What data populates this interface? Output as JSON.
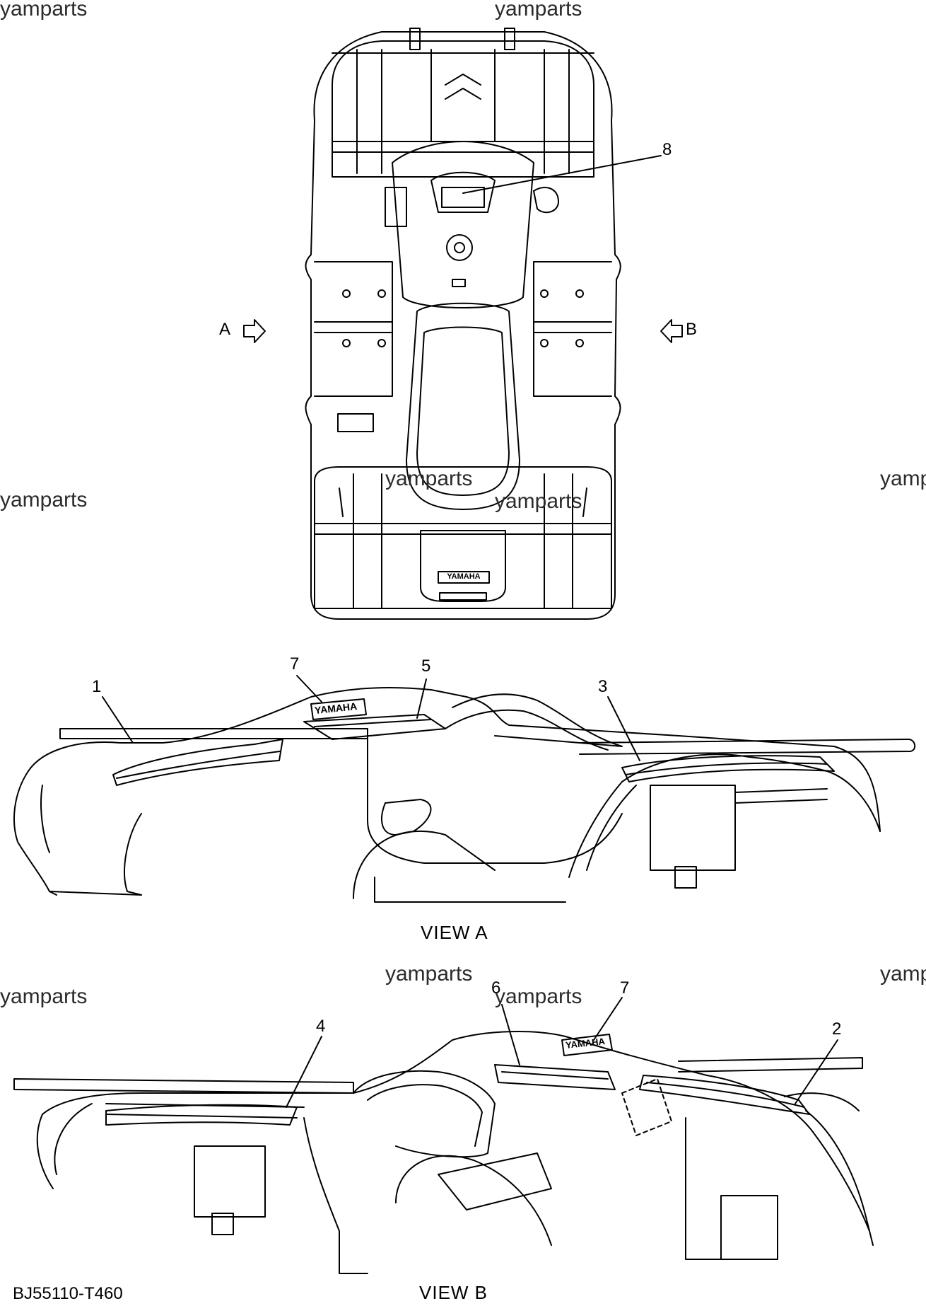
{
  "watermark": "yamparts",
  "callouts": {
    "c1": "1",
    "c2": "2",
    "c3": "3",
    "c4": "4",
    "c5": "5",
    "c6": "6",
    "c7a": "7",
    "c7b": "7",
    "c8": "8"
  },
  "arrows": {
    "left": "A",
    "right": "B"
  },
  "emblem": "YAMAHA",
  "views": {
    "a": "VIEW A",
    "b": "VIEW B"
  },
  "drawing_code": "BJ55110-T460"
}
